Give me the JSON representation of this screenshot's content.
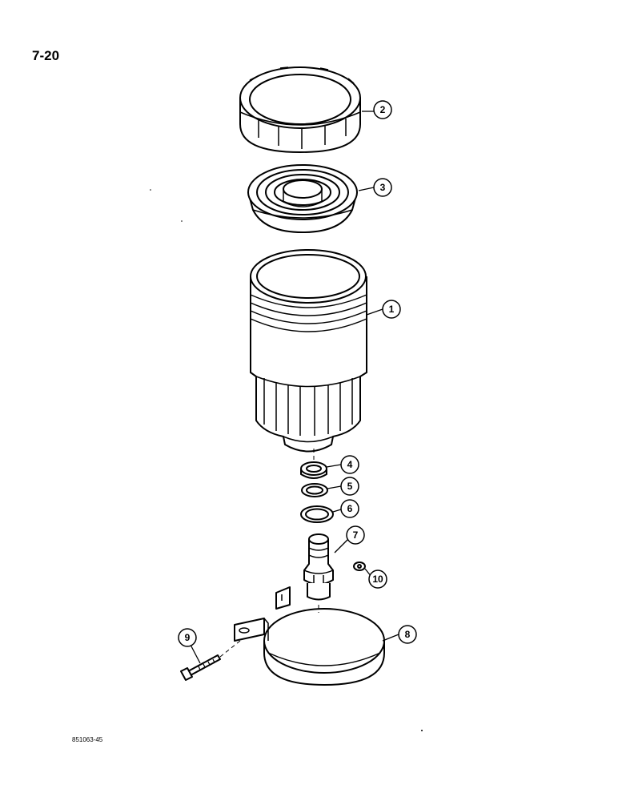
{
  "page_number": "7-20",
  "document_code": "851063-45",
  "callouts": {
    "c1": "1",
    "c2": "2",
    "c3": "3",
    "c4": "4",
    "c5": "5",
    "c6": "6",
    "c7": "7",
    "c8": "8",
    "c9": "9",
    "c10": "10"
  }
}
